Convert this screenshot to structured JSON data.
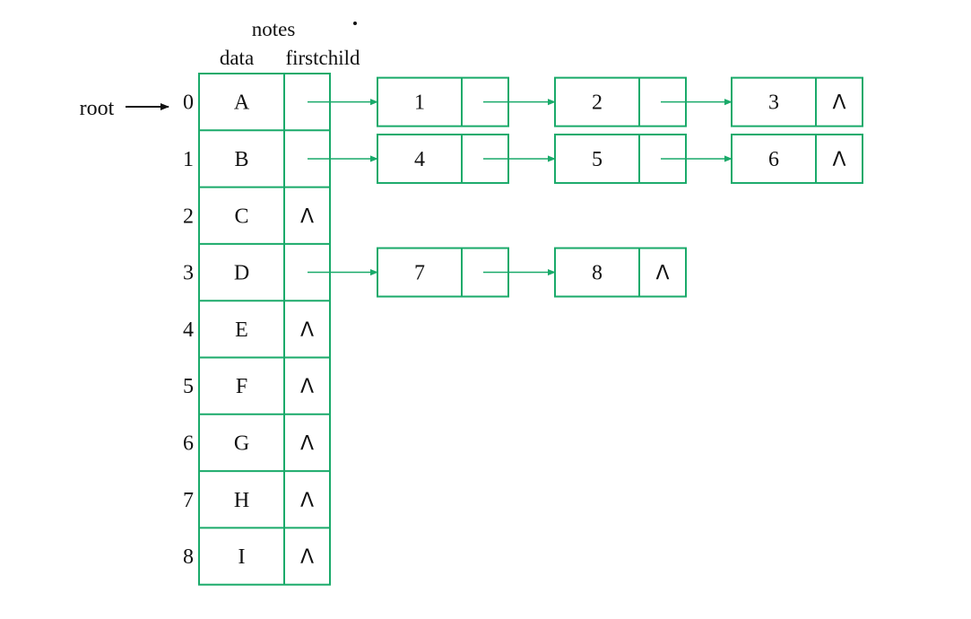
{
  "colors": {
    "box_stroke": "#1aaa6a",
    "arrow": "#1aaa6a",
    "text": "#111111",
    "root_arrow": "#111111"
  },
  "header": {
    "title": "notes",
    "data_label": "data",
    "firstchild_label": "firstchild"
  },
  "root_label": "root",
  "null_symbol": "Λ",
  "nodes": [
    {
      "index": "0",
      "data": "A",
      "children": [
        "1",
        "2",
        "3"
      ]
    },
    {
      "index": "1",
      "data": "B",
      "children": [
        "4",
        "5",
        "6"
      ]
    },
    {
      "index": "2",
      "data": "C",
      "children": []
    },
    {
      "index": "3",
      "data": "D",
      "children": [
        "7",
        "8"
      ]
    },
    {
      "index": "4",
      "data": "E",
      "children": []
    },
    {
      "index": "5",
      "data": "F",
      "children": []
    },
    {
      "index": "6",
      "data": "G",
      "children": []
    },
    {
      "index": "7",
      "data": "H",
      "children": []
    },
    {
      "index": "8",
      "data": "I",
      "children": []
    }
  ]
}
